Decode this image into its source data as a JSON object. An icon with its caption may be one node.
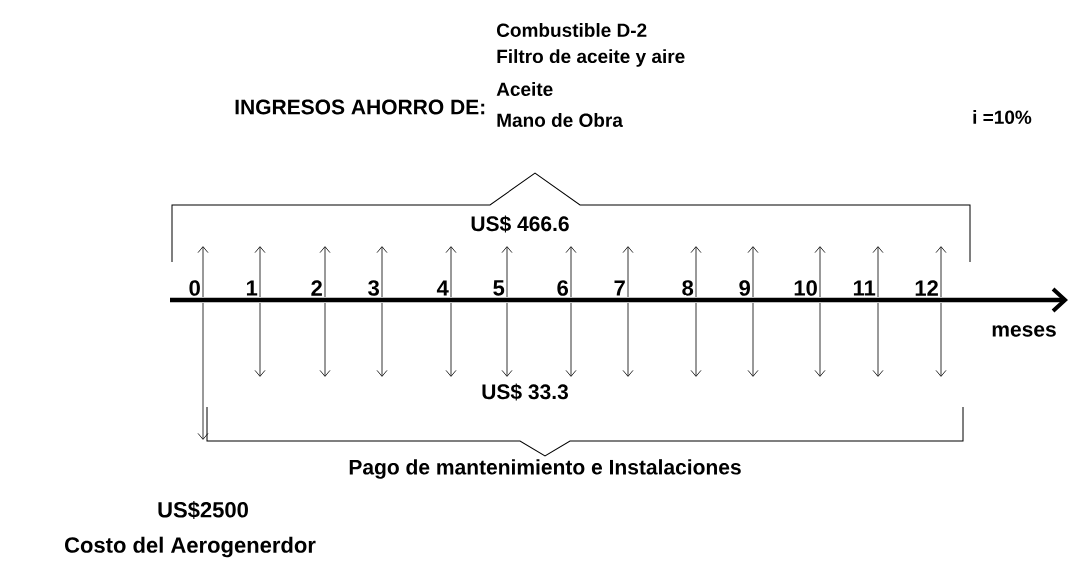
{
  "diagram": {
    "labels": [
      "INGRESOS  AHORRO DE:",
      "Combustible D-2",
      "Filtro de aceite y aire",
      "Aceite",
      "Mano de Obra",
      "i =10%",
      "US$ 466.6",
      "0",
      "1",
      "2",
      "3",
      "4",
      "5",
      "6",
      "7",
      "8",
      "9",
      "10",
      "11",
      "12",
      "meses",
      "US$ 33.3",
      "Pago de mantenimiento e Instalaciones",
      "US$2500",
      "Costo del Aerogenerdor"
    ]
  }
}
